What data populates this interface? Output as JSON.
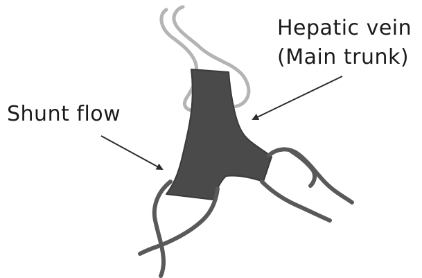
{
  "labels": {
    "hepatic_vein_line1": "Hepatic vein",
    "hepatic_vein_line2": "(Main trunk)",
    "shunt_flow": "Shunt flow"
  },
  "colors": {
    "background": "#ffffff",
    "vein_fill": "#4a4a4a",
    "vessel_light": "#b4b4b4",
    "vessel_dark": "#595959",
    "arrow": "#2b2b2b",
    "text": "#1a1a1a"
  }
}
